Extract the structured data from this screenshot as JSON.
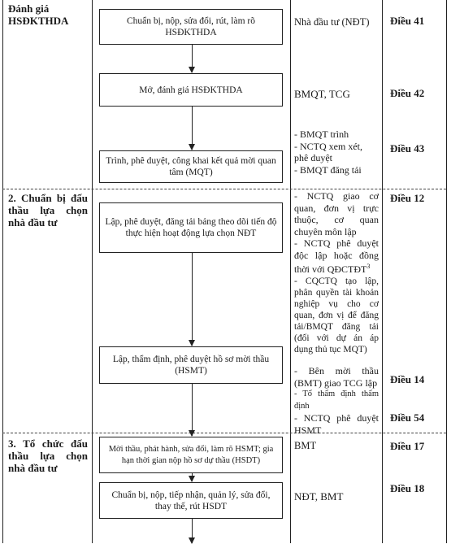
{
  "stages": [
    {
      "label": "Đánh giá HSĐKTHDA"
    },
    {
      "label": "2. Chuẩn bị đấu thầu lựa chọn nhà đầu tư"
    },
    {
      "label": "3. Tổ chức đấu thầu lựa chọn nhà đầu tư"
    }
  ],
  "steps": [
    {
      "box": "Chuẩn bị, nộp, sửa đổi, rút, làm rõ HSĐKTHDA",
      "resp": "Nhà đầu tư (NĐT)",
      "ref": "Điều 41"
    },
    {
      "box": "Mở, đánh giá HSĐKTHDA",
      "resp": "BMQT, TCG",
      "ref": "Điều 42"
    },
    {
      "box": "Trình, phê duyệt, công khai kết quả mời quan tâm (MQT)",
      "resp_lines": [
        "- BMQT trình",
        "- NCTQ xem xét, phê duyệt",
        "- BMQT đăng tải"
      ],
      "ref": "Điều 43"
    },
    {
      "box": "Lập, phê duyệt, đăng tải bảng theo dõi tiến độ thực hiện hoạt động lựa chọn NĐT",
      "resp_lines": [
        "- NCTQ giao cơ quan, đơn vị trực thuộc, cơ quan chuyên môn lập",
        "- NCTQ phê duyệt độc lập hoặc đồng thời với QĐCTĐT",
        "- CQCTQ tạo lập, phân quyền tài khoản nghiệp vụ cho cơ quan, đơn vị để đăng tải/BMQT đăng tải (đối với dự án áp dụng thủ tục MQT)"
      ],
      "footnote": "3",
      "ref": "Điều 12"
    },
    {
      "box": "Lập, thẩm định, phê duyệt hồ sơ mời thầu (HSMT)",
      "resp_lines": [
        "- Bên mời thầu (BMT) giao TCG lập",
        "- Tổ thẩm định thẩm định",
        "- NCTQ phê duyệt HSMT"
      ],
      "refs": [
        "Điều 14",
        "Điều 54"
      ]
    },
    {
      "box": "Mời thầu, phát hành, sửa đổi, làm rõ HSMT; gia hạn thời gian nộp hồ sơ dự thầu (HSDT)",
      "resp": "BMT",
      "ref": "Điều 17"
    },
    {
      "box": "Chuẩn bị, nộp, tiếp nhận, quản lý, sửa đổi, thay thế, rút HSDT",
      "resp": "NĐT, BMT",
      "ref": "Điều 18"
    }
  ]
}
